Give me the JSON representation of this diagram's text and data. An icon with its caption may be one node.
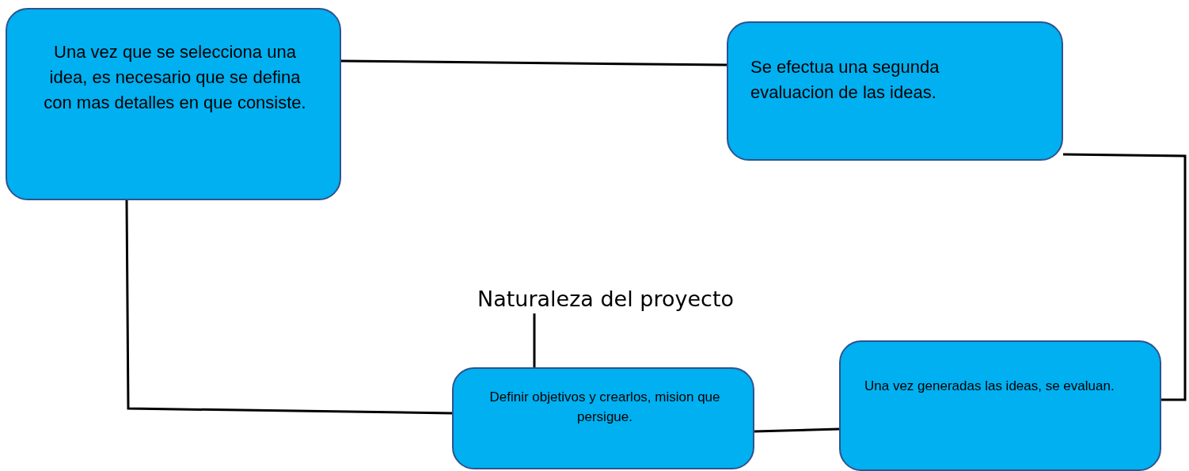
{
  "diagram": {
    "nodes": [
      {
        "text": [
          "Una vez que se selecciona una idea, es necesario que se defina con mas detalles en que consiste."
        ]
      },
      {
        "text": [
          "Se efectua una segunda evaluacion de las ideas."
        ]
      },
      {
        "text": [
          "Naturaleza del proyecto"
        ]
      },
      {
        "text": [
          "Definir objetivos y crearlos, mision que persigue."
        ]
      },
      {
        "text": [
          "Una vez generadas las ideas, se evaluan."
        ]
      }
    ],
    "edges": [
      {
        "from": 0,
        "to": 1,
        "arrow": "none"
      },
      {
        "from": 1,
        "to": 4,
        "arrow": "none"
      },
      {
        "from": 4,
        "to": 3,
        "arrow": "none"
      },
      {
        "from": 3,
        "to": 0,
        "arrow": "none"
      },
      {
        "from": 2,
        "to": 3,
        "arrow": "none"
      }
    ]
  }
}
